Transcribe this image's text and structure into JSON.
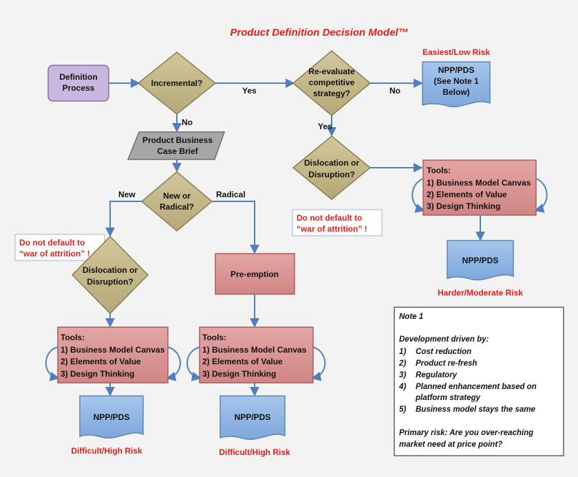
{
  "title": "Product Definition Decision Model™",
  "start": [
    "Definition",
    "Process"
  ],
  "incremental": "Incremental?",
  "reevaluate": [
    "Re-evaluate",
    "competitive",
    "strategy?"
  ],
  "brief": [
    "Product Business",
    "Case Brief"
  ],
  "new_or_radical": [
    "New or",
    "Radical?"
  ],
  "dislocation": [
    "Dislocation or",
    "Disruption?"
  ],
  "preemption": "Pre-emption",
  "tools": [
    "Tools:",
    "1) Business Model Canvas",
    "2) Elements of Value",
    "3) Design Thinking"
  ],
  "npp": "NPP/PDS",
  "npp_note": [
    "NPP/PDS",
    "(See Note 1",
    "Below)"
  ],
  "labels": {
    "yes": "Yes",
    "no": "No",
    "new": "New",
    "radical": "Radical"
  },
  "warning": [
    "Do not default to",
    "“war of attrition” !"
  ],
  "risk": {
    "easiest": "Easiest/Low Risk",
    "moderate": "Harder/Moderate Risk",
    "difficult": "Difficult/High Risk"
  },
  "note": {
    "heading": "Note 1",
    "intro": "Development driven by:",
    "items": [
      {
        "num": "1)",
        "lines": [
          "Cost reduction"
        ]
      },
      {
        "num": "2)",
        "lines": [
          "Product re-fresh"
        ]
      },
      {
        "num": "3)",
        "lines": [
          "Regulatory"
        ]
      },
      {
        "num": "4)",
        "lines": [
          "Planned enhancement based on",
          "platform strategy"
        ]
      },
      {
        "num": "5)",
        "lines": [
          "Business model stays the same"
        ]
      }
    ],
    "risk": [
      "Primary risk: Are you over-reaching",
      "market need at price point?"
    ]
  },
  "colors": {
    "diamond": "#c5b88a",
    "diamond_edge": "#8a7d52",
    "tools": "#d99694",
    "tools_edge": "#a85c5a",
    "npp": "#8eb4e3",
    "npp_edge": "#5b84b8",
    "start": "#c8b8e0",
    "brief": "#a6a6a6",
    "arrow": "#4f7fc0",
    "red": "#e41c1c"
  }
}
